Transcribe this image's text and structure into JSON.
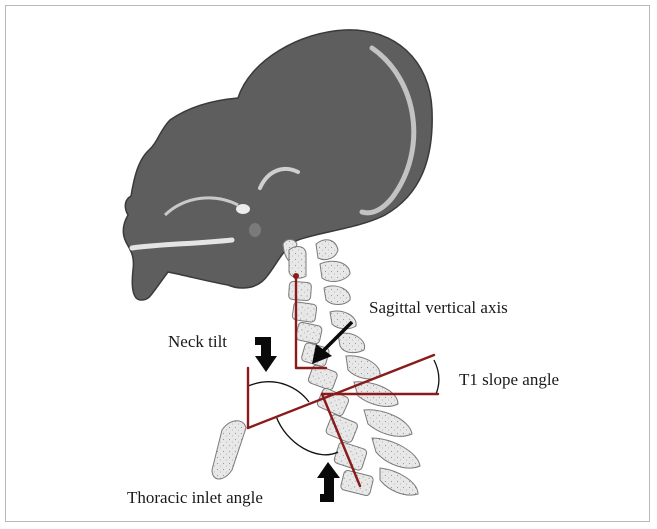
{
  "labels": {
    "sagittal_vertical_axis": "Sagittal vertical axis",
    "neck_tilt": "Neck tilt",
    "t1_slope_angle": "T1 slope angle",
    "thoracic_inlet_angle": "Thoracic inlet angle"
  },
  "colors": {
    "skull": "#5e5e5e",
    "skull_outline": "#3a3a3a",
    "bone_fill": "#e6e6e6",
    "reference_lines": "#8b1a1a",
    "arrows": "#0a0a0a",
    "frame_border": "#b9b9b9"
  }
}
